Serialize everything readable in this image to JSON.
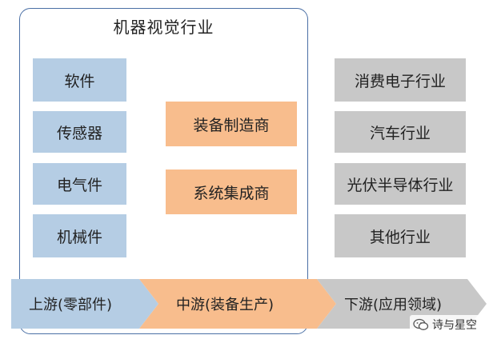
{
  "title": "机器视觉行业",
  "upstream_items": [
    "软件",
    "传感器",
    "电气件",
    "机械件"
  ],
  "midstream_items": [
    "装备制造商",
    "系统集成商"
  ],
  "downstream_items": [
    "消费电子行业",
    "汽车行业",
    "光伏半导体行业",
    "其他行业"
  ],
  "stages": {
    "upstream": "上游(零部件)",
    "midstream": "中游(装备生产)",
    "downstream": "下游(应用领域)"
  },
  "watermark": "诗与星空",
  "colors": {
    "frame_border": "#4a6fa5",
    "upstream": "#b5cde4",
    "midstream": "#f8bd8d",
    "downstream": "#c8c8c8"
  }
}
